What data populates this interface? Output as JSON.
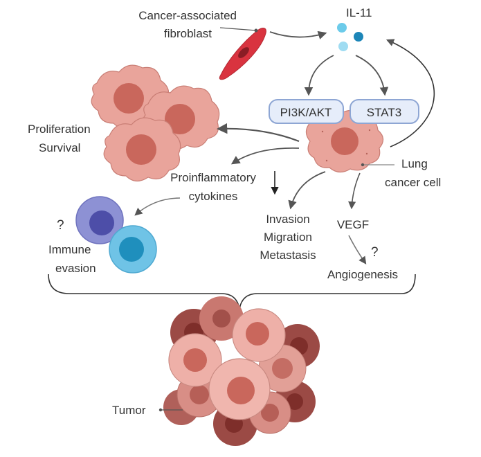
{
  "labels": {
    "caf_line1": "Cancer-associated",
    "caf_line2": "fibroblast",
    "il11": "IL-11",
    "pi3k": "PI3K/AKT",
    "stat3": "STAT3",
    "prolif_line1": "Proliferation",
    "prolif_line2": "Survival",
    "lung_line1": "Lung",
    "lung_line2": "cancer cell",
    "proinf_line1": "Proinflammatory",
    "proinf_line2": "cytokines",
    "q_immune": "?",
    "immune_line1": "Immune",
    "immune_line2": "evasion",
    "invasion": "Invasion",
    "migration": "Migration",
    "metastasis": "Metastasis",
    "vegf": "VEGF",
    "q_angio": "?",
    "angiogenesis": "Angiogenesis",
    "tumor": "Tumor"
  },
  "colors": {
    "cell_fill": "#e9a49b",
    "cell_stroke": "#c97e75",
    "nucleus": "#c9675c",
    "tumor_dark": "#9b4a45",
    "tumor_dark_nucleus": "#7e2e2a",
    "pathway_box_fill": "#e6edfa",
    "pathway_box_stroke": "#8ea6d4",
    "il11_dot_light": "#6ccbea",
    "il11_dot_dark": "#1d86b8",
    "fibroblast": "#d9333f",
    "immune_cell_1": "#8d91d4",
    "immune_cell_1_nucleus": "#4d4ea8",
    "immune_cell_2": "#6fc3e6",
    "immune_cell_2_nucleus": "#1f8fbd",
    "arrow": "#555555"
  }
}
